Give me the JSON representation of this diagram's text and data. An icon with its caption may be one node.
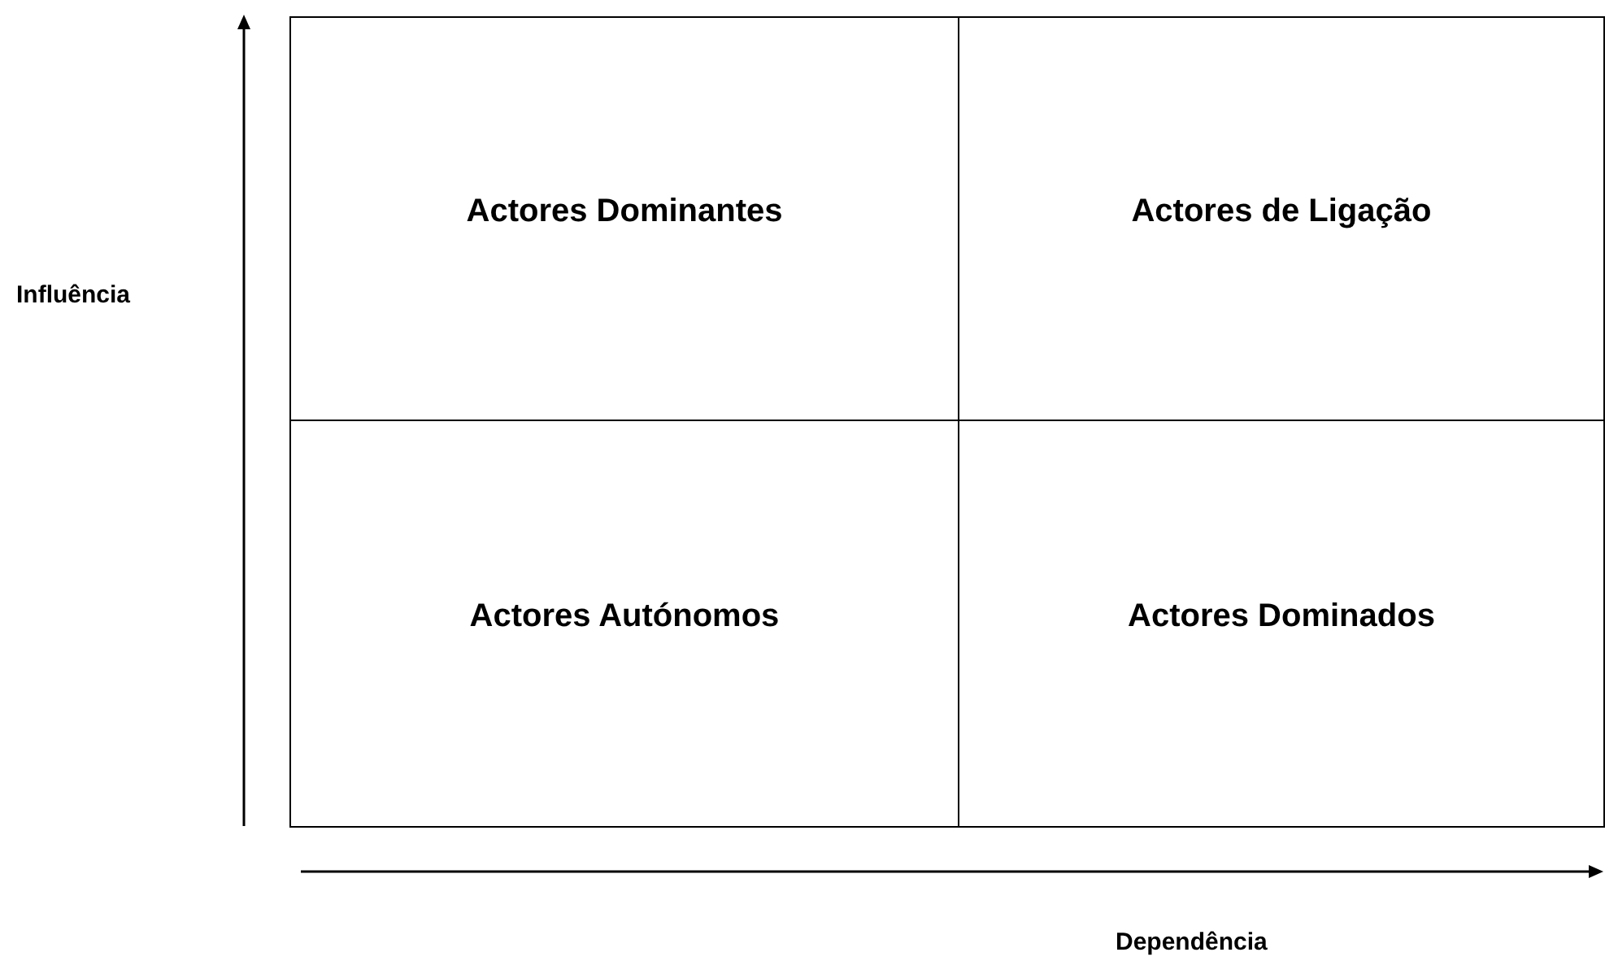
{
  "diagram": {
    "nodes": [
      {
        "text": [
          "Actores Dominantes"
        ]
      },
      {
        "text": [
          "Actores de Ligação"
        ]
      },
      {
        "text": [
          "Actores Autónomos"
        ]
      },
      {
        "text": [
          "Actores Dominados"
        ]
      }
    ],
    "labels": [
      "Influência",
      "Dependência"
    ]
  }
}
